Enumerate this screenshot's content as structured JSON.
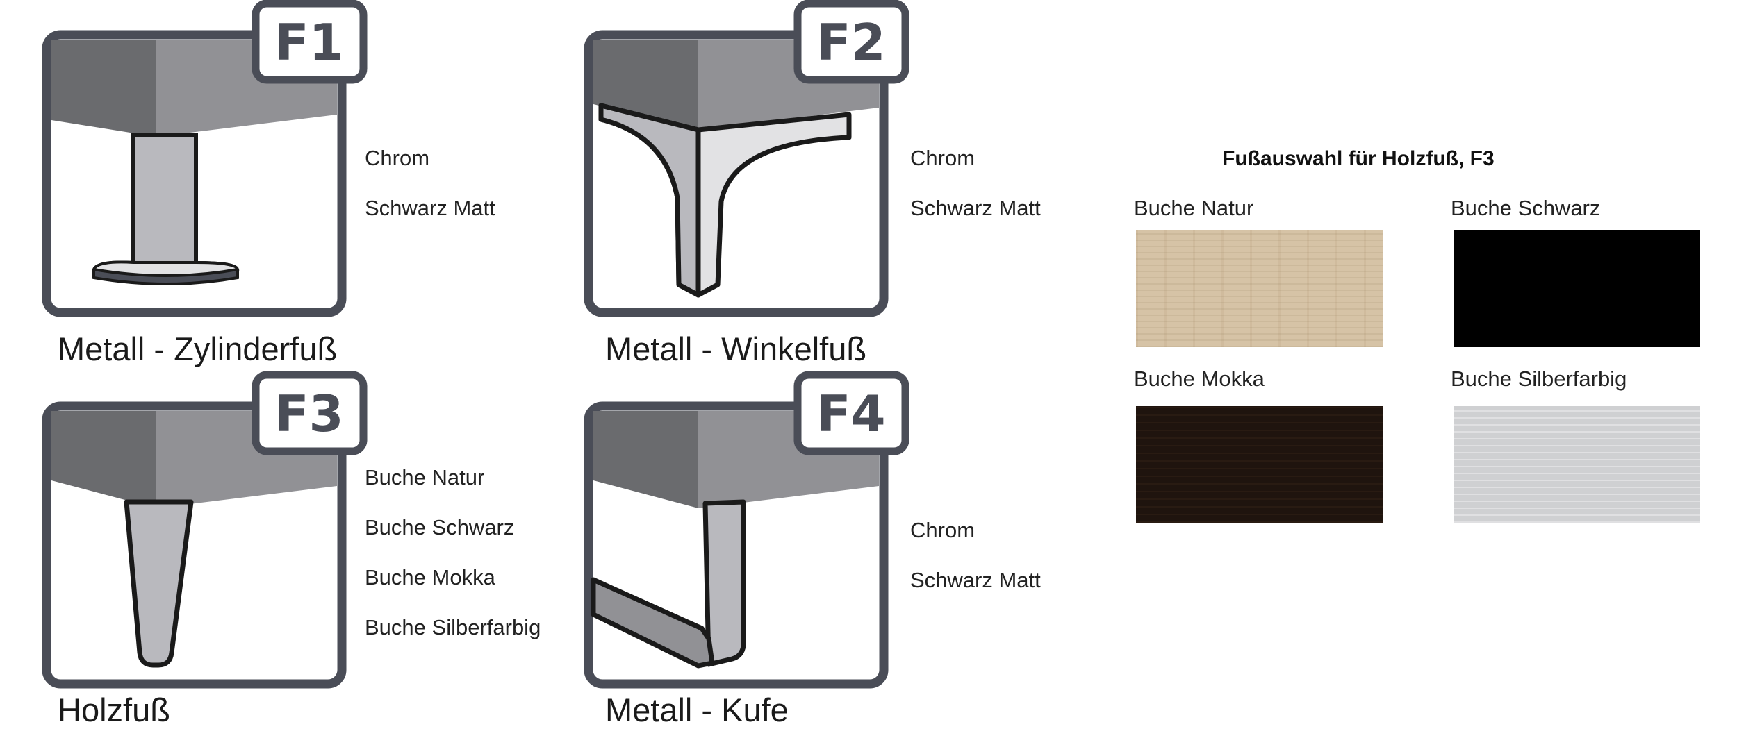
{
  "variants": [
    {
      "badge": "F1",
      "name": "Metall - Zylinderfuß",
      "finishes": [
        "Chrom",
        "Schwarz Matt"
      ],
      "icon": "cylinder-foot-icon"
    },
    {
      "badge": "F2",
      "name": "Metall - Winkelfuß",
      "finishes": [
        "Chrom",
        "Schwarz Matt"
      ],
      "icon": "angled-foot-icon"
    },
    {
      "badge": "F3",
      "name": "Holzfuß",
      "finishes": [
        "Buche Natur",
        "Buche Schwarz",
        "Buche Mokka",
        "Buche Silberfarbig"
      ],
      "icon": "wooden-foot-icon"
    },
    {
      "badge": "F4",
      "name": "Metall - Kufe",
      "finishes": [
        "Chrom",
        "Schwarz Matt"
      ],
      "icon": "skid-foot-icon"
    }
  ],
  "wood_selection": {
    "title": "Fußauswahl für Holzfuß, F3",
    "swatches": [
      {
        "label": "Buche Natur",
        "color": "#d6c3a6"
      },
      {
        "label": "Buche Schwarz",
        "color": "#000000"
      },
      {
        "label": "Buche Mokka",
        "color": "#1f140e"
      },
      {
        "label": "Buche Silberfarbig",
        "color": "#cfd0d2"
      }
    ]
  },
  "colors": {
    "frame": "#4a4d57",
    "panel_dark": "#6a6b6e",
    "panel_light": "#919195",
    "leg_fill": "#b9b9be"
  }
}
